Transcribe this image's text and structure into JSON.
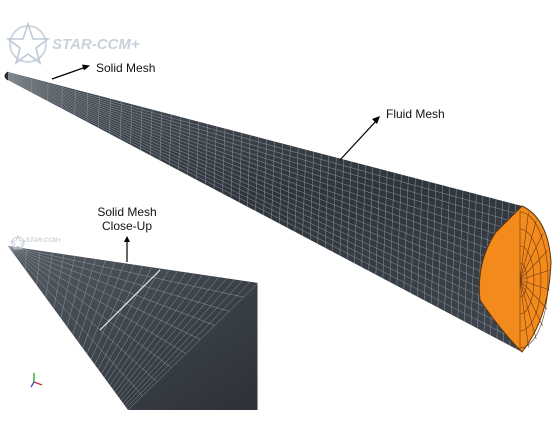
{
  "logo": {
    "text": "STAR-CCM+"
  },
  "inset_logo": {
    "text": "STAR-CCM+"
  },
  "labels": {
    "solid_mesh": "Solid Mesh",
    "fluid_mesh": "Fluid Mesh",
    "closeup_line1": "Solid Mesh",
    "closeup_line2": "Close-Up"
  },
  "colors": {
    "mesh_body": "#3a4048",
    "mesh_lines": "#8e959c",
    "fluid_cap": "#f28a1c",
    "fluid_cap_lines": "#6b3a10",
    "logo": "#c9d2dc",
    "arrow": "#000000"
  },
  "icons": {
    "axis_triad": "axis-triad-icon"
  }
}
